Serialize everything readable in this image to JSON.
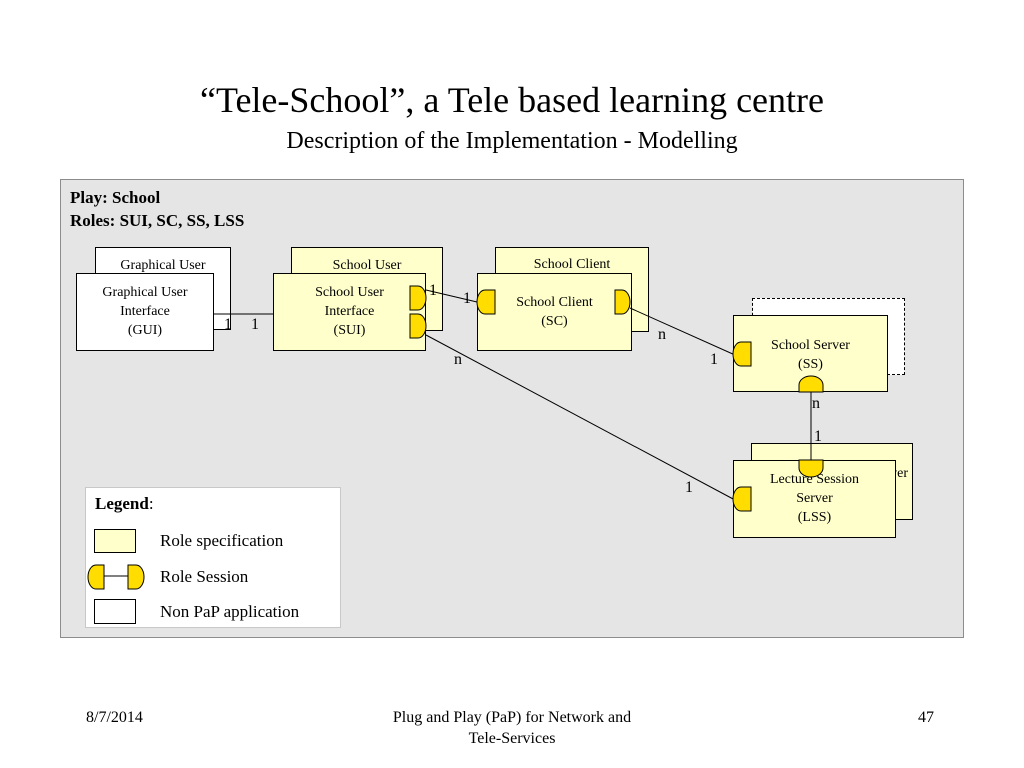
{
  "slide": {
    "title": "“Tele-School”, a Tele based learning centre",
    "subtitle": "Description of the Implementation - Modelling"
  },
  "diagram": {
    "play_label": "Play: School",
    "roles_label": "Roles: SUI, SC, SS, LSS",
    "boxes": {
      "gui_back": "Graphical User",
      "gui": "Graphical User\nInterface\n(GUI)",
      "sui_back": "School User",
      "sui": "School User\nInterface\n(SUI)",
      "sc_back": "School Client",
      "sc": "School Client\n(SC)",
      "ss": "School Server\n(SS)",
      "lss_back": "Lecture Session Server",
      "lss": "Lecture Session\nServer\n(LSS)"
    },
    "multiplicities": {
      "gui_sui_left": "1",
      "gui_sui_right": "1",
      "sui_sc_left": "1",
      "sui_sc_right": "1",
      "sc_ss_left": "n",
      "sc_ss_right": "1",
      "sui_lss_left": "n",
      "sui_lss_right": "1",
      "ss_lss_top": "n",
      "ss_lss_bottom": "1"
    },
    "colors": {
      "role_fill": "#ffffcc",
      "session_fill": "#ffdd00",
      "panel_fill": "#e5e5e5"
    }
  },
  "legend": {
    "title": "Legend",
    "title_suffix": ":",
    "items": [
      "Role specification",
      "Role Session",
      "Non PaP application"
    ]
  },
  "footer": {
    "date": "8/7/2014",
    "center_line1": "Plug and Play (PaP) for Network and",
    "center_line2": "Tele-Services",
    "page_number": "47"
  }
}
